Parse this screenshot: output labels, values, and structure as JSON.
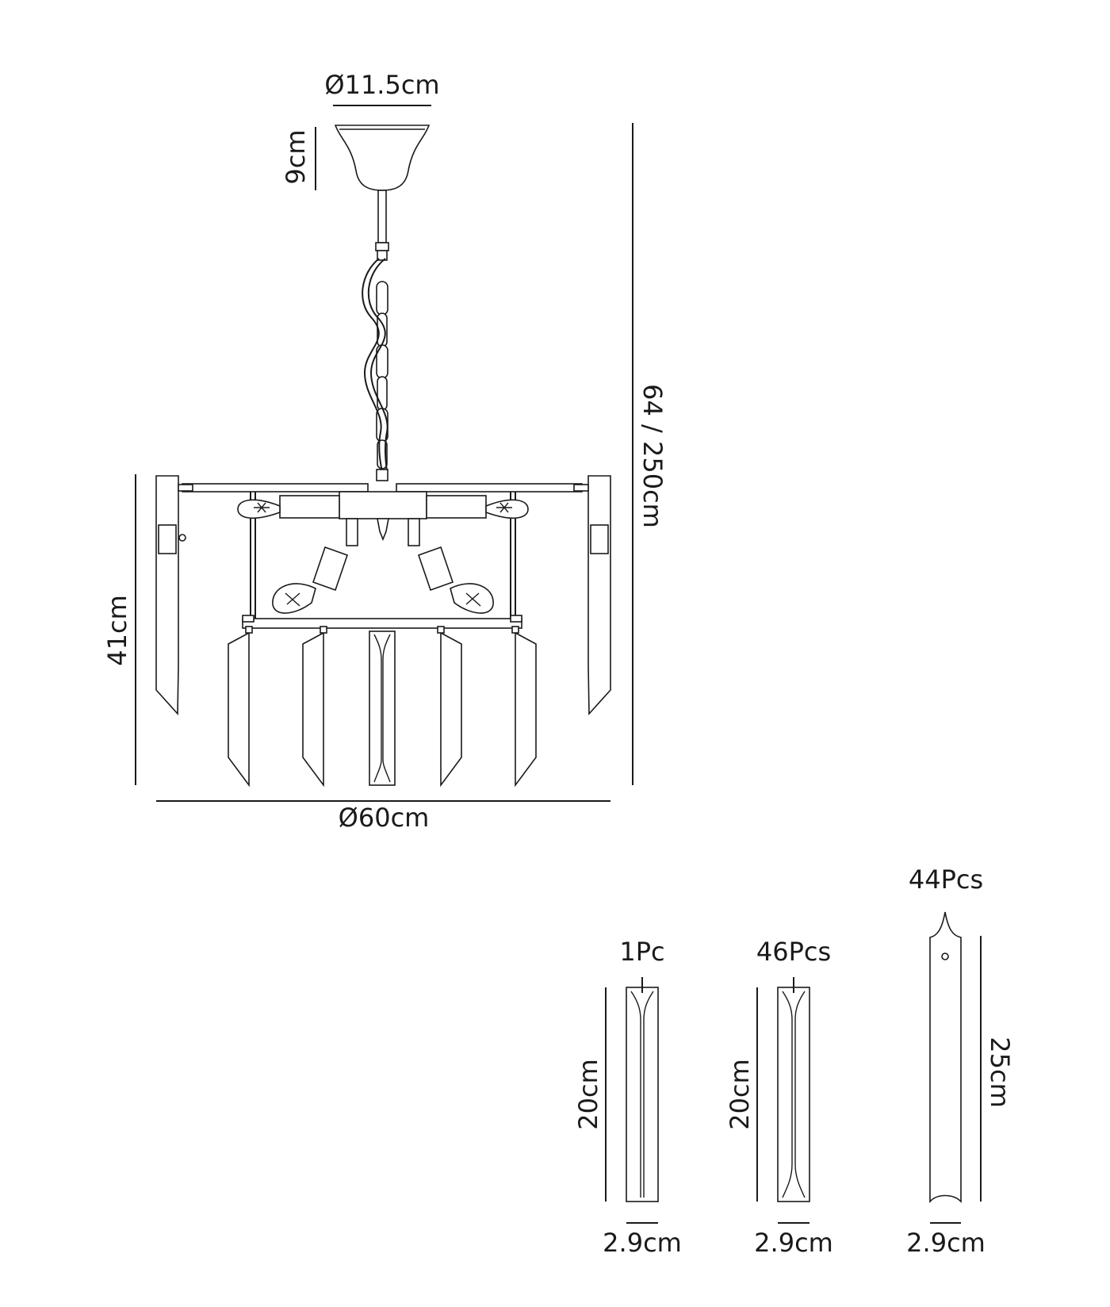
{
  "main_fixture": {
    "canopy_diameter": "Ø11.5cm",
    "canopy_height": "9cm",
    "overall_height": "64 / 250cm",
    "body_height": "41cm",
    "overall_diameter": "Ø60cm"
  },
  "crystals": [
    {
      "quantity": "1Pc",
      "length": "20cm",
      "width": "2.9cm"
    },
    {
      "quantity": "46Pcs",
      "length": "20cm",
      "width": "2.9cm"
    },
    {
      "quantity": "44Pcs",
      "length": "25cm",
      "width": "2.9cm"
    }
  ]
}
